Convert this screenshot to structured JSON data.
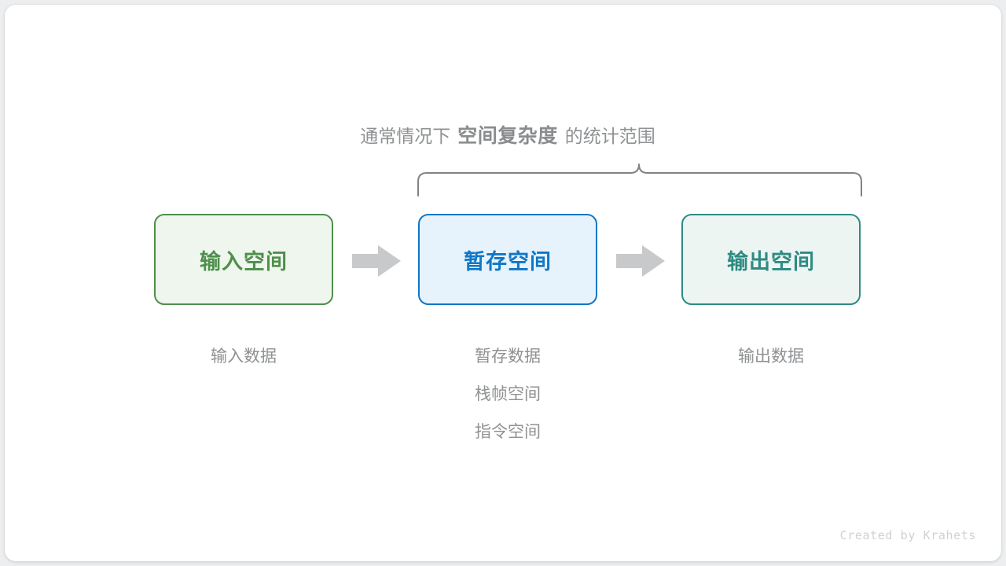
{
  "diagram": {
    "heading": {
      "prefix": "通常情况下",
      "emphasis": "空间复杂度",
      "suffix": "的统计范围"
    },
    "brace": {
      "name": "range-brace",
      "color": "#808285",
      "spans": [
        "暂存空间",
        "输出空间"
      ]
    },
    "boxes": [
      {
        "id": "input",
        "label": "输入空间",
        "border_color": "#4f8f4c",
        "fill_color": "#eef6ed",
        "text_color": "#4f8f4c"
      },
      {
        "id": "temp",
        "label": "暂存空间",
        "border_color": "#1077c7",
        "fill_color": "#e7f3fc",
        "text_color": "#1077c7"
      },
      {
        "id": "output",
        "label": "输出空间",
        "border_color": "#2d8b82",
        "fill_color": "#edf5f3",
        "text_color": "#2d8b82"
      }
    ],
    "arrows": [
      {
        "id": "arrow-1",
        "from": "input",
        "to": "temp",
        "color": "#c7c9cb"
      },
      {
        "id": "arrow-2",
        "from": "temp",
        "to": "output",
        "color": "#c7c9cb"
      }
    ],
    "captions": {
      "input": [
        "输入数据"
      ],
      "temp": [
        "暂存数据",
        "栈帧空间",
        "指令空间"
      ],
      "output": [
        "输出数据"
      ]
    },
    "watermark": "Created by Krahets"
  }
}
